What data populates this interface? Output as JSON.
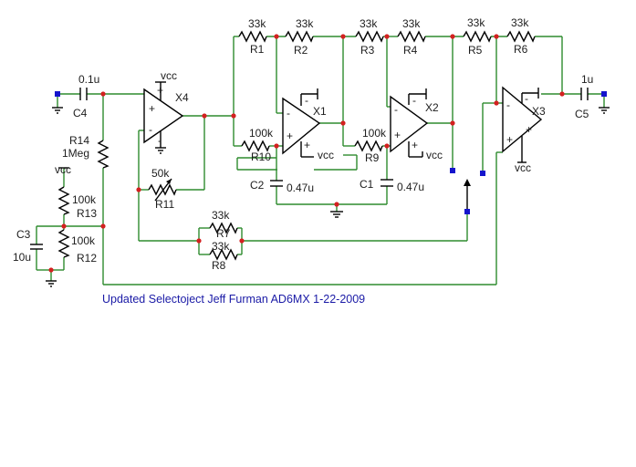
{
  "components": {
    "C4": {
      "name": "C4",
      "value": "0.1u"
    },
    "C5": {
      "name": "C5",
      "value": "1u"
    },
    "C1": {
      "name": "C1",
      "value": "0.47u"
    },
    "C2": {
      "name": "C2",
      "value": "0.47u"
    },
    "C3": {
      "name": "C3",
      "value": "10u"
    },
    "R1": {
      "name": "R1",
      "value": "33k"
    },
    "R2": {
      "name": "R2",
      "value": "33k"
    },
    "R3": {
      "name": "R3",
      "value": "33k"
    },
    "R4": {
      "name": "R4",
      "value": "33k"
    },
    "R5": {
      "name": "R5",
      "value": "33k"
    },
    "R6": {
      "name": "R6",
      "value": "33k"
    },
    "R7": {
      "name": "R7",
      "value": "33k"
    },
    "R8": {
      "name": "R8",
      "value": "33k"
    },
    "R9": {
      "name": "R9",
      "value": "100k"
    },
    "R10": {
      "name": "R10",
      "value": "100k"
    },
    "R11": {
      "name": "R11",
      "value": "50k"
    },
    "R12": {
      "name": "R12",
      "value": "100k"
    },
    "R13": {
      "name": "R13",
      "value": "100k"
    },
    "R14": {
      "name": "R14",
      "value": "1Meg"
    },
    "X1": {
      "name": "X1"
    },
    "X2": {
      "name": "X2"
    },
    "X3": {
      "name": "X3"
    },
    "X4": {
      "name": "X4"
    }
  },
  "supply": {
    "label": "vcc"
  },
  "opamp_signs": {
    "plus": "+",
    "minus": "-"
  },
  "note": "Updated Selectoject Jeff Furman AD6MX 1-22-2009",
  "colors": {
    "wire": "#2e8b2e",
    "component": "#000000",
    "junction": "#d42020",
    "port": "#1414cc",
    "note": "#1a1aa6"
  }
}
